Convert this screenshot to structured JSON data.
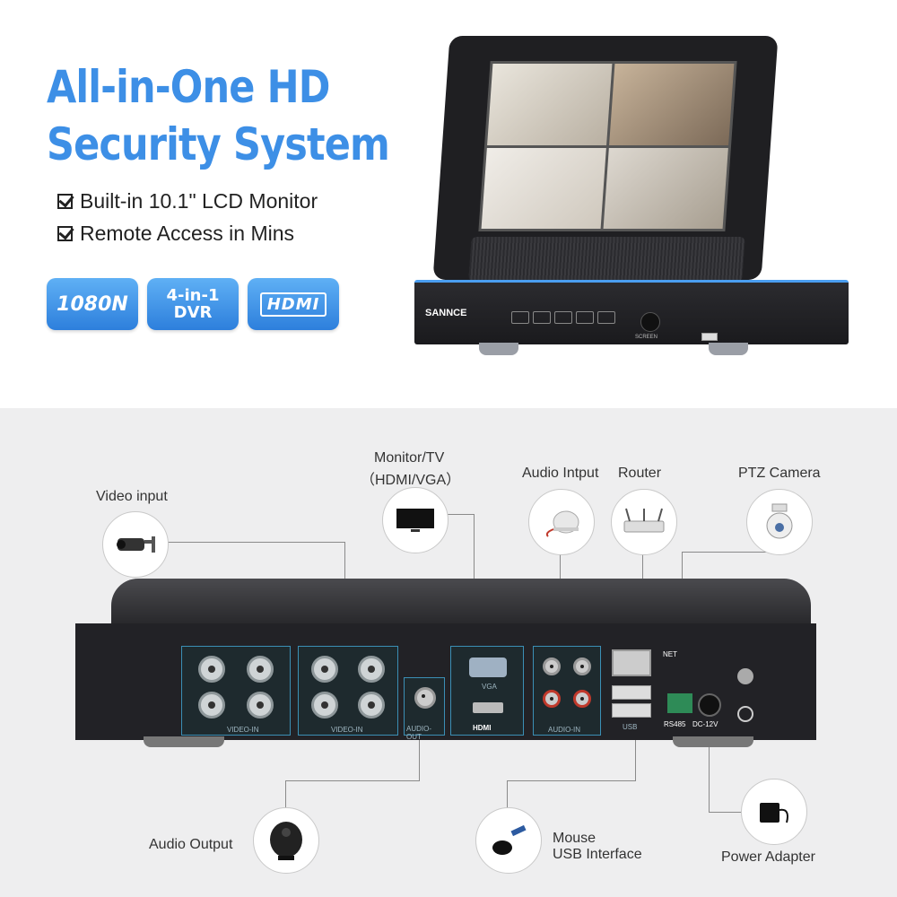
{
  "headline": {
    "line1": "All-in-One HD",
    "line2": "Security System"
  },
  "features": [
    "Built-in 10.1\"  LCD Monitor",
    "Remote Access in Mins"
  ],
  "badges": {
    "res": "1080N",
    "dvr_top": "4-in-1",
    "dvr_bottom": "DVR",
    "hdmi": "HDMI"
  },
  "device": {
    "brand": "SANNCE",
    "screen_label": "SCREEN"
  },
  "back_panel": {
    "video_in": "VIDEO-IN",
    "vga": "VGA",
    "hdmi": "HDMI",
    "audio_out": "AUDIO-OUT",
    "audio_in": "AUDIO-IN",
    "net": "NET",
    "usb": "USB",
    "rs485": "RS485",
    "dc": "DC-12V"
  },
  "connections": {
    "video_input": "Video input",
    "monitor_line1": "Monitor/TV",
    "monitor_line2": "（HDMI/VGA）",
    "audio_input": "Audio Intput",
    "router": "Router",
    "ptz": "PTZ Camera",
    "audio_output": "Audio Output",
    "mouse_line1": "Mouse",
    "mouse_line2": "USB Interface",
    "power": "Power Adapter"
  },
  "colors": {
    "accent": "#3d8fe6",
    "badge": "#2d7fdc",
    "panel_border": "#3b8fb5"
  }
}
